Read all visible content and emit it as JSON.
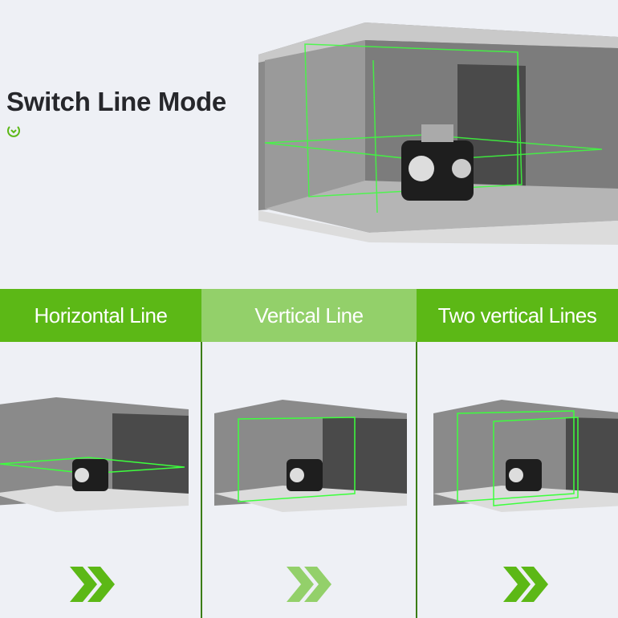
{
  "title": "Switch Line Mode",
  "icons": {
    "title_badge": "chevron-down-circle-icon",
    "arrow": "double-chevron-right-icon"
  },
  "colors": {
    "accent": "#5cb816",
    "accent_light": "#93d06a",
    "laser": "#3dff3d",
    "background": "#eef0f5"
  },
  "modes": [
    {
      "label": "Horizontal Line"
    },
    {
      "label": "Vertical Line"
    },
    {
      "label": "Two vertical Lines"
    }
  ]
}
